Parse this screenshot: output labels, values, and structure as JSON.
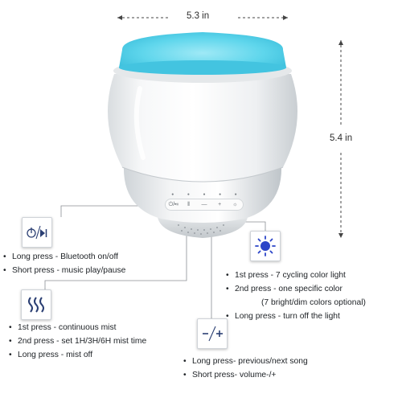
{
  "dimensions": {
    "width": "5.3 in",
    "height": "5.4 in"
  },
  "buttons": {
    "power_play": "⏻/⏯",
    "mist": "⫴",
    "volume_down": "—",
    "volume_up": "+",
    "light": "☼"
  },
  "bluetooth": {
    "lines": [
      "Long press - Bluetooth on/off",
      "Short press - music play/pause"
    ]
  },
  "light": {
    "lines": [
      "1st press - 7 cycling color light",
      "2nd press - one specific color",
      "(7 bright/dim colors optional)",
      "Long press - turn off the light"
    ]
  },
  "mist": {
    "lines": [
      "1st press - continuous mist",
      "2nd press - set 1H/3H/6H mist time",
      "Long press - mist off"
    ]
  },
  "volume": {
    "lines": [
      "Long press- previous/next song",
      "Short press- volume-/+"
    ]
  },
  "colors": {
    "top_light": "#5fd6ec",
    "body": "#f4f5f6",
    "accent_blue": "#2b44c8",
    "line_gray": "#8a8f94"
  }
}
